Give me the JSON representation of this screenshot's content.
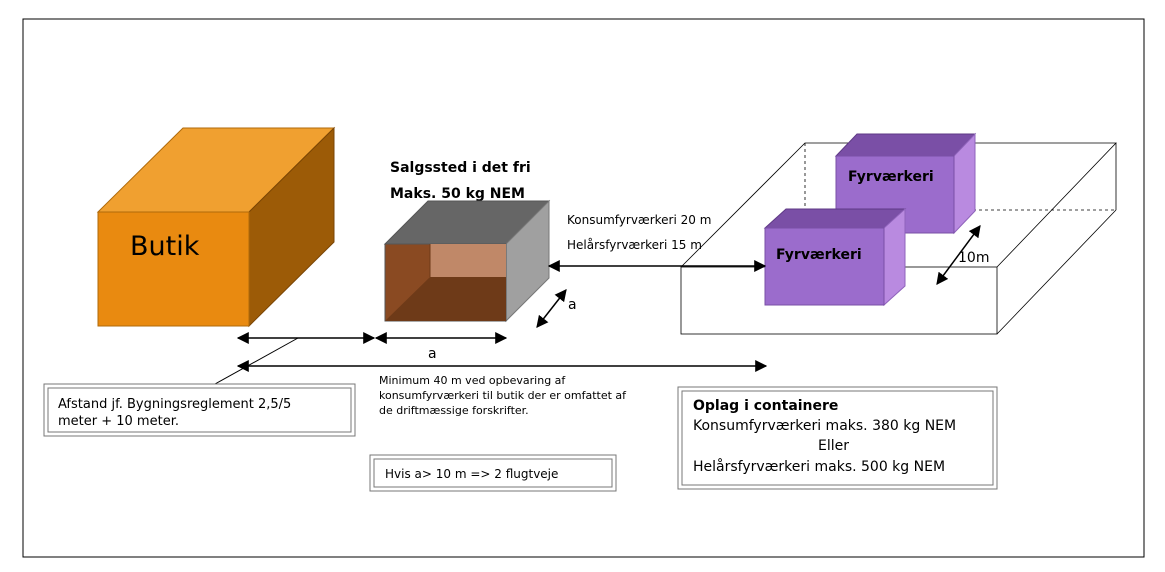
{
  "labels": {
    "butik": "Butik",
    "salgssted_line1": "Salgssted i det fri",
    "salgssted_line2": "Maks. 50 kg NEM",
    "konsum_distance": "Konsumfyrværkeri 20 m",
    "helaars_distance": "Helårsfyrværkeri 15 m",
    "fyrvaerkeri": "Fyrværkeri",
    "ten_m": "10m",
    "a": "a",
    "afstand_line1": "Afstand jf. Bygningsreglement 2,5/5",
    "afstand_line2": "meter + 10 meter.",
    "minimum_line1": "Minimum 40 m ved opbevaring af",
    "minimum_line2": "konsumfyrværkeri til butik der er omfattet af",
    "minimum_line3": "de driftmæssige forskrifter.",
    "hvis": "Hvis a> 10 m => 2 flugtveje",
    "oplag_title": "Oplag i containere",
    "oplag_line1": "Konsumfyrværkeri maks. 380 kg NEM",
    "oplag_line2": "Eller",
    "oplag_line3": "Helårsfyrværkeri maks. 500 kg NEM"
  },
  "colors": {
    "butik_front": "#e98a10",
    "butik_top": "#f0a030",
    "butik_side": "#9c5b07",
    "stand_top": "#666666",
    "stand_side": "#a0a0a0",
    "stand_front": "#8a4a22",
    "stand_inner_light": "#c08868",
    "stand_inner_dark": "#6e3a18",
    "fyr_front": "#9b6ccc",
    "fyr_top": "#7a4fa6",
    "fyr_side": "#b98ae0"
  }
}
